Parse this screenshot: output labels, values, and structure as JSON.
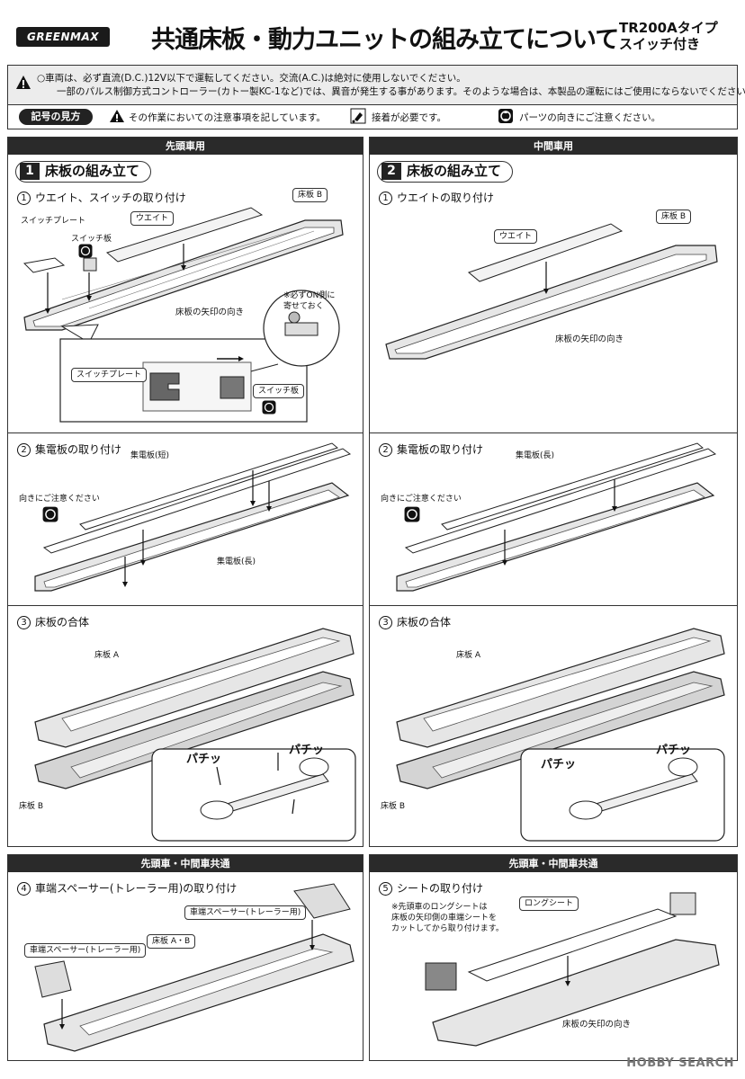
{
  "header": {
    "logo": "GREENMAX",
    "title": "共通床板・動力ユニットの組み立てについて",
    "type_line1": "TR200Aタイプ",
    "type_line2": "スイッチ付き"
  },
  "notice": {
    "line1": "○車両は、必ず直流(D.C.)12V以下で運転してください。交流(A.C.)は絶対に使用しないでください。",
    "line2": "一部のパルス制御方式コントローラー(カトー製KC-1など)では、異音が発生する事があります。そのような場合は、本製品の運転にはご使用にならないでください。",
    "legend_key": "記号の見方",
    "legend_warning": "その作業においての注意事項を記しています。",
    "legend_glue": "接着が必要です。",
    "legend_orient": "パーツの向きにご注意ください。"
  },
  "panel_left_top": {
    "header": "先頭車用",
    "section_num": "1",
    "section_title": "床板の組み立て",
    "step1": {
      "num": "①",
      "title": "ウエイト、スイッチの取り付け"
    },
    "step1_labels": {
      "switch_plate": "スイッチプレート",
      "switch_board": "スイッチ板",
      "weight": "ウエイト",
      "floor_b": "床板 B",
      "arrow_dir": "床板の矢印の向き",
      "note_l1": "※必ずON側に",
      "note_l2": "寄せておく",
      "detail_switch_plate": "スイッチプレート",
      "detail_switch_board": "スイッチ板"
    },
    "step2": {
      "num": "②",
      "title": "集電板の取り付け"
    },
    "step2_labels": {
      "short": "集電板(短)",
      "long": "集電板(長)",
      "orient": "向きにご注意ください"
    },
    "step3": {
      "num": "③",
      "title": "床板の合体"
    },
    "step3_labels": {
      "floor_a": "床板 A",
      "floor_b": "床板 B",
      "pachi1": "パチッ",
      "pachi2": "パチッ"
    }
  },
  "panel_right_top": {
    "header": "中間車用",
    "section_num": "2",
    "section_title": "床板の組み立て",
    "step1": {
      "num": "①",
      "title": "ウエイトの取り付け"
    },
    "step1_labels": {
      "weight": "ウエイト",
      "floor_b": "床板 B",
      "arrow_dir": "床板の矢印の向き"
    },
    "step2": {
      "num": "②",
      "title": "集電板の取り付け"
    },
    "step2_labels": {
      "long": "集電板(長)",
      "orient": "向きにご注意ください"
    },
    "step3": {
      "num": "③",
      "title": "床板の合体"
    },
    "step3_labels": {
      "floor_a": "床板 A",
      "floor_b": "床板 B",
      "pachi1": "パチッ",
      "pachi2": "パチッ"
    }
  },
  "panel_left_bottom": {
    "header": "先頭車・中間車共通",
    "step4": {
      "num": "④",
      "title": "車端スペーサー(トレーラー用)の取り付け"
    },
    "labels": {
      "spacer_top": "車端スペーサー(トレーラー用)",
      "spacer_left": "車端スペーサー(トレーラー用)",
      "floor_ab": "床板 A・B"
    }
  },
  "panel_right_bottom": {
    "header": "先頭車・中間車共通",
    "step5": {
      "num": "⑤",
      "title": "シートの取り付け"
    },
    "labels": {
      "note_l1": "※先頭車のロングシートは",
      "note_l2": "床板の矢印側の車端シートを",
      "note_l3": "カットしてから取り付けます。",
      "long_seat": "ロングシート",
      "arrow_dir": "床板の矢印の向き"
    }
  },
  "watermark": "HOBBY SEARCH"
}
